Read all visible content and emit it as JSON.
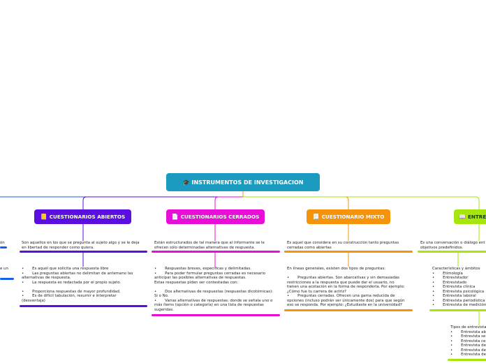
{
  "central": {
    "icon": "graduation-cap-icon",
    "glyph": "🎓",
    "label": "INSTRUMENTOS DE INVESTIGACION",
    "color": "#1a9bbf"
  },
  "branches": [
    {
      "key": "abiertos",
      "icon": "notebook-icon",
      "glyph": "📒",
      "label": "CUESTIONARIOS ABIERTOS",
      "color": "#5a0ee0",
      "definition": "Son aquellos en los que se pregunta al sujeto algo y se le deja\nen libertad de responder como quiera.",
      "details": "•       Es aquél que solicita una respuesta libre\n•       Las preguntas abiertas no delimitan de antemano las\nalternativas de respuesta.\n•       La respuesta es redactada por el propio sujeto.\n\n•       Proporciona respuestas de mayor profundidad.\n•       Es de difícil tabulación, resumir e interpretar\n(desventaja)"
    },
    {
      "key": "cerrados",
      "icon": "page-icon",
      "glyph": "📄",
      "label": "CUESTIONARIOS CERRADOS",
      "color": "#e80ed8",
      "definition": "Están estructurados de tal manera que al informante se le\nofrecen sólo determinadas alternativas de respuesta.",
      "details": "•       Respuestas breves, específicas y delimitadas.\n•       Para poder formular preguntas cerradas es necesario\nanticipar las posibles alternativas de respuestas.\nEstas respuestas piden ser contestadas con:\n\n•       Dos alternativas de respuestas (respuestas dicotómicas):\nSi o No.\n•       Varias alternativas de respuestas: donde se señala uno o\nmás ítems (opción o categoría) en una lista de respuestas\nsugeridas."
    },
    {
      "key": "mixto",
      "icon": "document-icon",
      "glyph": "📃",
      "label": "CUESTIONARIO MIXTO",
      "color": "#f5940a",
      "definition": "Es aquel que considera en su construcción tanto preguntas\ncerradas como abiertas",
      "details": "En líneas generales, existen dos tipos de preguntas:\n\n•       Preguntas abiertas. Son abarcativas y sin demasiadas\nrestricciones a la respuesta que puede dar el usuario, no\ntienen una acotación en la forma de responderla. Por ejemplo:\n¿Cómo fue tu carrera de actriz?\n•       Preguntas cerradas. Ofrecen una gama reducida de\nopciones (incluso podrán ser únicamente dos) para que según\neso se responda. Por ejemplo: ¿Estudiaste en la universidad?"
    },
    {
      "key": "entrevista",
      "icon": "open-book-icon",
      "glyph": "📖",
      "label": "ENTRE",
      "color": "#a6e60c",
      "definition": "Es una conversación o diálogo ent\nobjetivos predefinidos.",
      "details": "Características y ámbitos\n•       Etimología\n•       Entrevistador\n•       Entrevistado\n•       Entrevista clínica\n•       Entrevista psicológica\n•       Entrevista laboral\n•       Entrevista periodística\n•       Entrevista de medición",
      "types": "Tipos de entrevista\n•       Entrevista ab\n•       Entrevista se\n•       Entrevista ce\n•       Entrevista de\n•       Entrevista de\n•       Entrevista de"
    }
  ],
  "left_partial": {
    "color": "#1a5ef0",
    "text1": "ón",
    "text2": "e un"
  }
}
